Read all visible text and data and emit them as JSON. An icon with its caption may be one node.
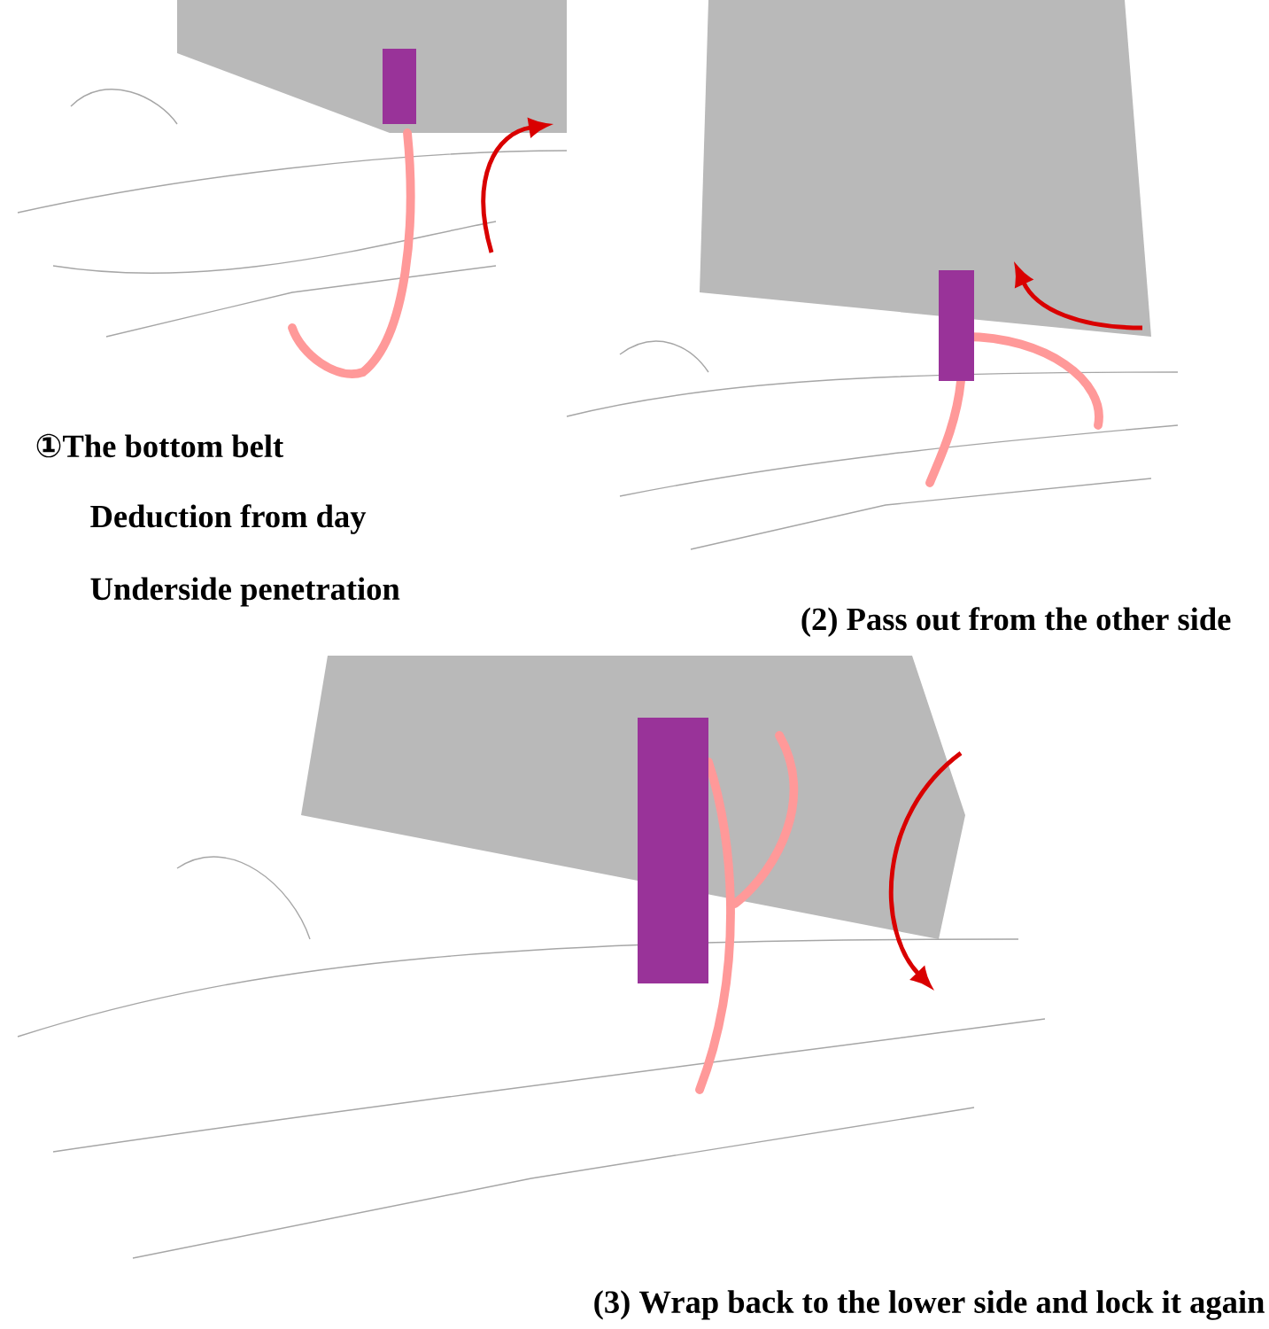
{
  "diagram": {
    "labels": [
      "①The bottom belt",
      "Deduction from day",
      "Underside penetration",
      "(2) Pass out from the other side",
      "(3) Wrap back to the lower side and lock it again"
    ]
  }
}
